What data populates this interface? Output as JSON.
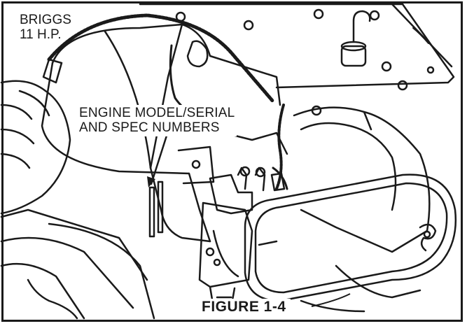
{
  "engine_label": {
    "line1": "BRIGGS",
    "line2": "11 H.P."
  },
  "callout": {
    "line1": "ENGINE MODEL/SERIAL",
    "line2": "AND SPEC NUMBERS"
  },
  "caption": "FIGURE 1-4",
  "colors": {
    "ink": "#1a1a1a",
    "paper": "#ffffff",
    "shade": "#6b6b6b"
  }
}
